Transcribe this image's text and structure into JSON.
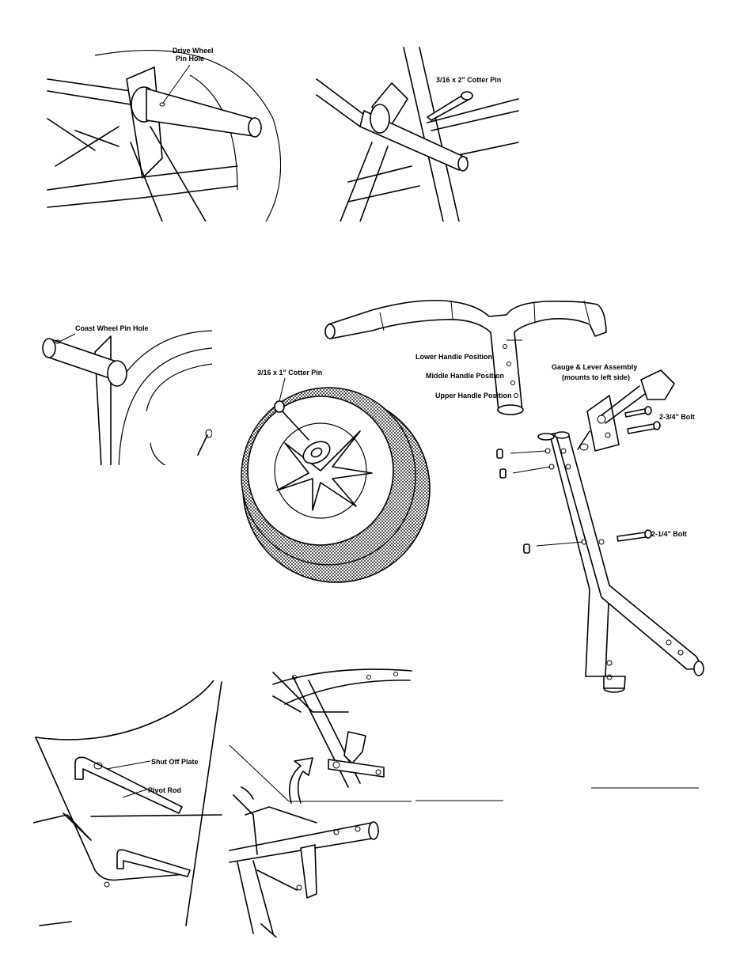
{
  "labels": {
    "drive_wheel_pin_hole_1": "Drive Wheel",
    "drive_wheel_pin_hole_2": "Pin Hole",
    "cotter_pin_large": "3/16 x 2\" Cotter Pin",
    "coast_wheel_pin_hole": "Coast Wheel Pin Hole",
    "cotter_pin_small": "3/16 x 1\" Cotter Pin",
    "lower_handle_position": "Lower Handle Position",
    "middle_handle_position": "Middle Handle Position",
    "upper_handle_position": "Upper Handle Position",
    "gauge_lever_assembly_1": "Gauge & Lever Assembly",
    "gauge_lever_assembly_2": "(mounts to left side)",
    "bolt_long": "2-3/4\" Bolt",
    "bolt_short": "2-1/4\" Bolt",
    "shut_off_plate": "Shut Off Plate",
    "pivot_rod": "Pivot Rod"
  },
  "colors": {
    "ink": "#000000",
    "paper": "#ffffff"
  }
}
